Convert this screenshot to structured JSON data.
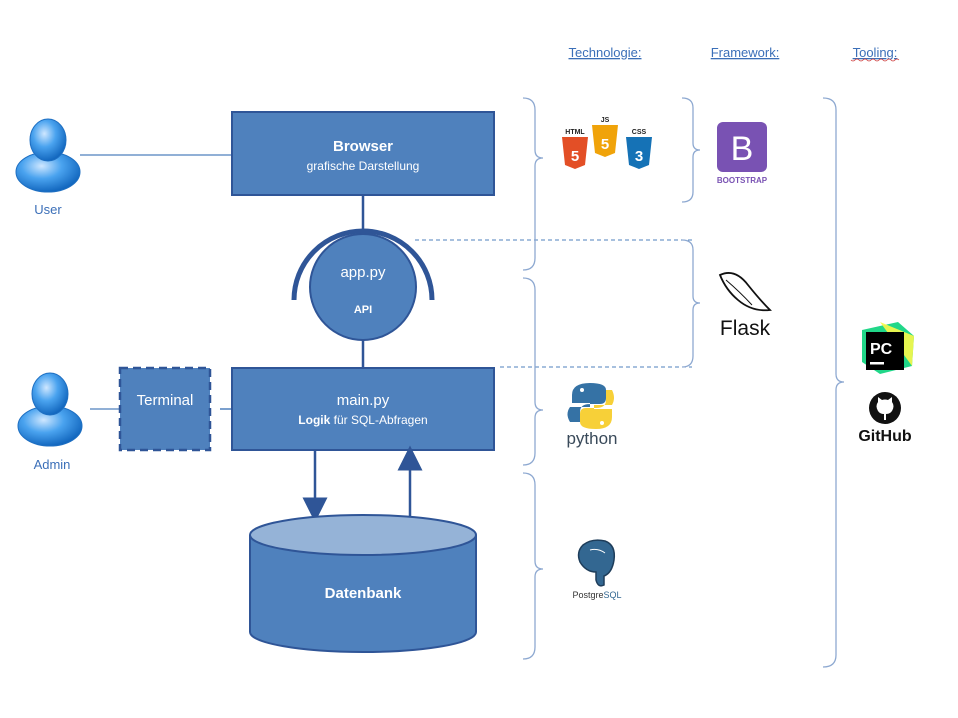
{
  "headers": {
    "technology": "Technologie:",
    "framework": "Framework:",
    "tooling": "Tooling:"
  },
  "actors": {
    "user": "User",
    "admin": "Admin"
  },
  "nodes": {
    "browser_title": "Browser",
    "browser_subtitle": "grafische Darstellung",
    "app_title": "app.py",
    "app_subtitle": "API",
    "terminal": "Terminal",
    "main_title": "main.py",
    "main_subtitle_bold": "Logik",
    "main_subtitle_rest": " für SQL-Abfragen",
    "database": "Datenbank"
  },
  "logos": {
    "html": "HTML",
    "js": "JS",
    "css": "CSS",
    "bootstrap_letter": "B",
    "bootstrap": "BOOTSTRAP",
    "flask": "Flask",
    "python": "python",
    "postgres_pre": "Postgre",
    "postgres_post": "SQL",
    "pycharm": "PC",
    "github": "GitHub"
  },
  "colors": {
    "box_fill": "#4f81bd",
    "box_stroke": "#2f5597",
    "bracket": "#8ea9d1",
    "header_link": "#3b6fb8",
    "bootstrap_purple": "#7952b3"
  }
}
